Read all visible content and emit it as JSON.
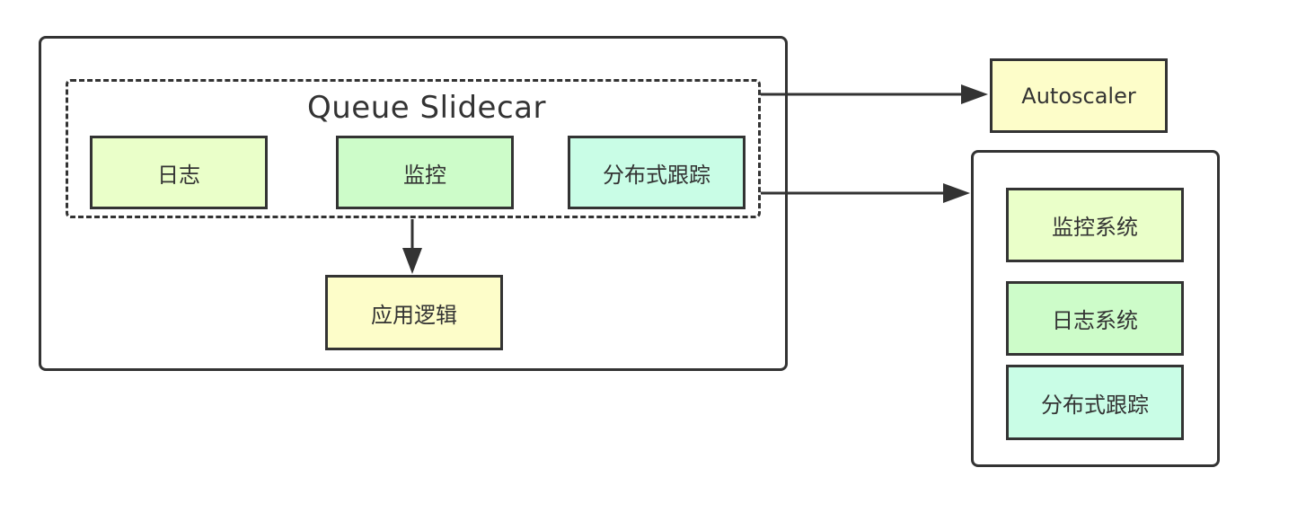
{
  "main_pod": {
    "sidecar_title": "Queue Slidecar",
    "sidecar_items": [
      "日志",
      "监控",
      "分布式跟踪"
    ],
    "app_logic": "应用逻辑"
  },
  "autoscaler": {
    "label": "Autoscaler"
  },
  "external_systems": {
    "items": [
      "监控系统",
      "日志系统",
      "分布式跟踪"
    ]
  },
  "colors": {
    "yellow": "#fdfdc9",
    "light_green": "#eaffc9",
    "green": "#cdfcc9",
    "mint": "#c9fde6",
    "stroke": "#333333"
  }
}
